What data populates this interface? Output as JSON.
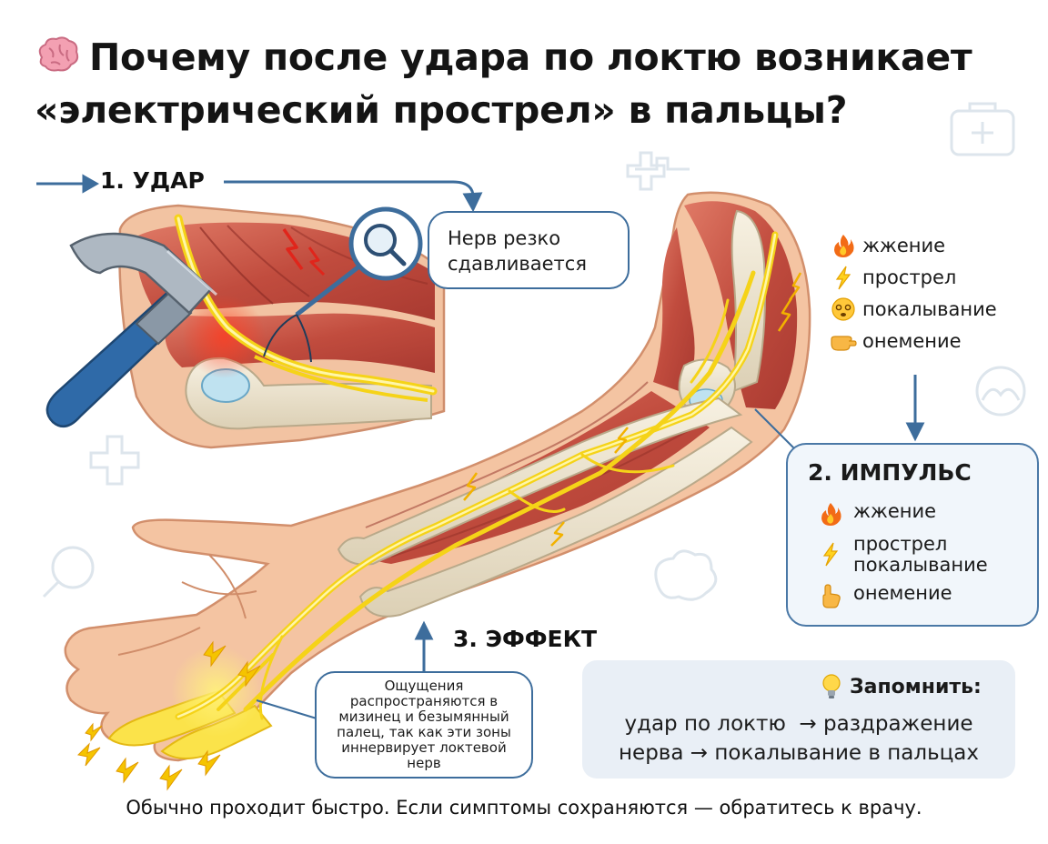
{
  "title": {
    "line1": "Почему после удара по локтю возникает",
    "line2": "«электрический прострел» в пальцы?",
    "icon": "brain-icon"
  },
  "step1": {
    "label": "1. УДАР",
    "callout": {
      "line1": "Нерв резко",
      "line2": "сдавливается"
    }
  },
  "step2": {
    "label": "2. ИМПУЛЬС",
    "items": [
      {
        "text": "жжение",
        "icon": "fire-icon"
      },
      {
        "text": "прострел покалывание",
        "icon": "lightning-icon"
      },
      {
        "text": "онемение",
        "icon": "pointing-hand-icon"
      }
    ]
  },
  "step3": {
    "label": "3. ЭФФЕКТ",
    "callout": {
      "lines": [
        "Ощущения",
        "распространяются в",
        "мизинец и безымянный",
        "палец, так как эти зоны",
        "иннервирует локтевой",
        "нерв"
      ]
    }
  },
  "symptoms": [
    {
      "text": "жжение",
      "icon": "fire-icon"
    },
    {
      "text": "прострел",
      "icon": "lightning-icon"
    },
    {
      "text": "покалывание",
      "icon": "dizzy-face-icon"
    },
    {
      "text": "онемение",
      "icon": "hand-icon"
    }
  ],
  "remember": {
    "title": "Запомнить:",
    "line1": "удар по локтю  → раздражение",
    "line2": "нерва → покалывание в пальцах",
    "icon": "lightbulb-icon"
  },
  "footer": "Обычно проходит быстро. Если симптомы сохраняются — обратитесь к врачу.",
  "colors": {
    "accent": "#3d6d9c",
    "nerve": "#f5d318",
    "muscle": "#c9584a",
    "bone": "#ede4cf",
    "skin": "#f4c4a2"
  }
}
